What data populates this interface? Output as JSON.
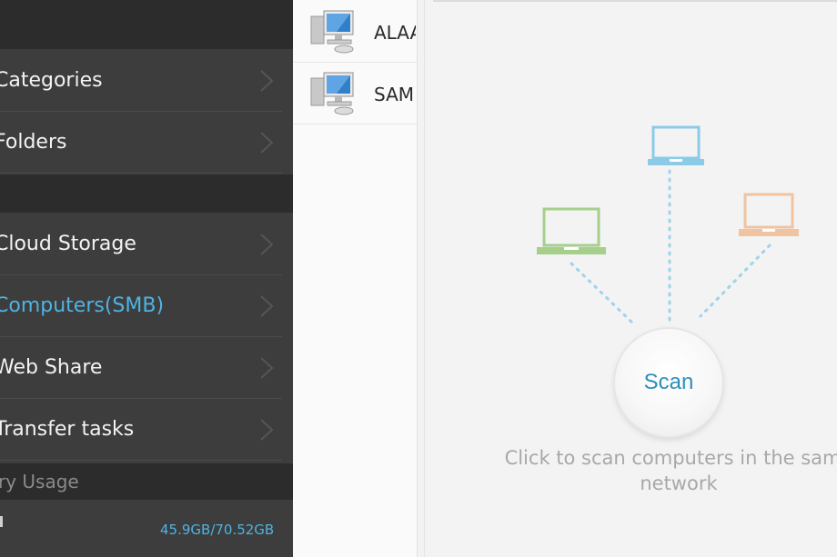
{
  "drawer": {
    "items": [
      {
        "label": "Categories"
      },
      {
        "label": "Folders"
      },
      {
        "label": "Cloud Storage"
      },
      {
        "label": "Computers(SMB)"
      },
      {
        "label": "Web Share"
      },
      {
        "label": "Transfer tasks"
      }
    ],
    "usage_header": "ry Usage",
    "usage_value": "45.9GB/70.52GB"
  },
  "computers": [
    {
      "name": "ALAA"
    },
    {
      "name": "SAM"
    }
  ],
  "scan": {
    "button_label": "Scan",
    "hint": "Click to scan computers in the same network"
  },
  "colors": {
    "drawer_bg": "#3d3d3d",
    "accent": "#4fb3e3",
    "laptop_green": "#a6cf8b",
    "laptop_blue": "#8ccbe8",
    "laptop_orange": "#f0c4a0"
  }
}
